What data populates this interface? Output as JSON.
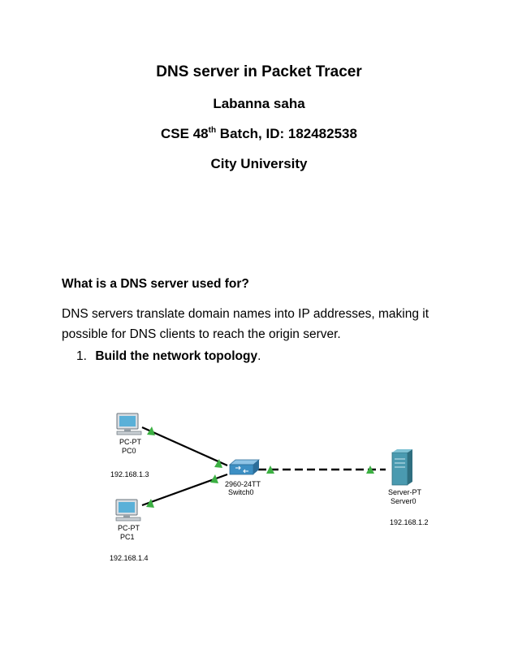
{
  "header": {
    "title": "DNS server in Packet Tracer",
    "author": "Labanna saha",
    "batch_prefix": "CSE 48",
    "batch_sup": "th",
    "batch_suffix": " Batch, ID: 182482538",
    "university": "City University"
  },
  "body": {
    "question": "What is a DNS server used for?",
    "answer": "DNS servers translate domain names into IP addresses, making it possible for DNS clients to reach the origin server.",
    "step_number": "1.",
    "step_label": "Build the network topology",
    "step_period": "."
  },
  "topology": {
    "devices": [
      {
        "id": "pc0",
        "type_label": "PC-PT",
        "name": "PC0",
        "ip": "192.168.1.3",
        "icon": "pc-icon"
      },
      {
        "id": "pc1",
        "type_label": "PC-PT",
        "name": "PC1",
        "ip": "192.168.1.4",
        "icon": "pc-icon"
      },
      {
        "id": "switch0",
        "type_label": "2960-24TT",
        "name": "Switch0",
        "icon": "switch-icon"
      },
      {
        "id": "server0",
        "type_label": "Server-PT",
        "name": "Server0",
        "ip": "192.168.1.2",
        "icon": "server-icon"
      }
    ],
    "links": [
      {
        "from": "pc0",
        "to": "switch0",
        "style": "solid"
      },
      {
        "from": "pc1",
        "to": "switch0",
        "style": "solid"
      },
      {
        "from": "switch0",
        "to": "server0",
        "style": "dashed"
      }
    ],
    "colors": {
      "link_up": "#3cb043",
      "switch": "#3d8fc4",
      "server": "#4a9ab0",
      "pc_screen": "#5ab0d8"
    }
  }
}
